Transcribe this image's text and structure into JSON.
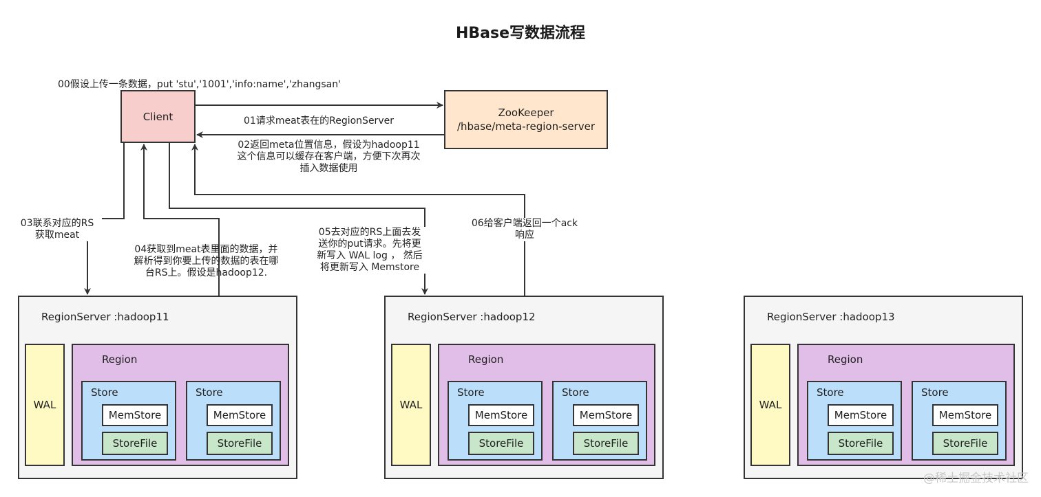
{
  "title": "HBase写数据流程",
  "notes": {
    "step00": "00假设上传一条数据，put 'stu','1001','info:name','zhangsan'",
    "step01": "01请求meat表在的RegionServer",
    "step02": [
      "02返回meta位置信息，假设为hadoop11",
      "这个信息可以缓存在客户端，方便下次再次",
      "插入数据使用"
    ],
    "step03": [
      "03联系对应的RS",
      "获取meat"
    ],
    "step04": [
      "04获取到meat表里面的数据，并",
      "解析得到你要上传的数据的表在哪",
      "台RS上。假设是hadoop12."
    ],
    "step05": [
      "05去对应的RS上面去发",
      "送你的put请求。先将更",
      "新写入 WAL log ， 然后",
      "将更新写入 Memstore"
    ],
    "step06": [
      "06给客户端返回一个ack",
      "响应"
    ]
  },
  "client": {
    "label": "Client"
  },
  "zookeeper": {
    "line1": "ZooKeeper",
    "line2": "/hbase/meta-region-server"
  },
  "region_servers": [
    {
      "label": "RegionServer :hadoop11",
      "wal": "WAL",
      "region": "Region",
      "stores": [
        {
          "label": "Store",
          "memstore": "MemStore",
          "storefile": "StoreFile"
        },
        {
          "label": "Store",
          "memstore": "MemStore",
          "storefile": "StoreFile"
        }
      ]
    },
    {
      "label": "RegionServer :hadoop12",
      "wal": "WAL",
      "region": "Region",
      "stores": [
        {
          "label": "Store",
          "memstore": "MemStore",
          "storefile": "StoreFile"
        },
        {
          "label": "Store",
          "memstore": "MemStore",
          "storefile": "StoreFile"
        }
      ]
    },
    {
      "label": "RegionServer :hadoop13",
      "wal": "WAL",
      "region": "Region",
      "stores": [
        {
          "label": "Store",
          "memstore": "MemStore",
          "storefile": "StoreFile"
        },
        {
          "label": "Store",
          "memstore": "MemStore",
          "storefile": "StoreFile"
        }
      ]
    }
  ],
  "watermark": "@稀土掘金技术社区",
  "colors": {
    "client": "#f8cecc",
    "zookeeper": "#ffe6cc",
    "regionserver": "#f5f5f5",
    "wal": "#fff9c4",
    "region": "#e1bee7",
    "store": "#bbdefb",
    "memstore": "#ffffff",
    "storefile": "#c8e6c9"
  }
}
